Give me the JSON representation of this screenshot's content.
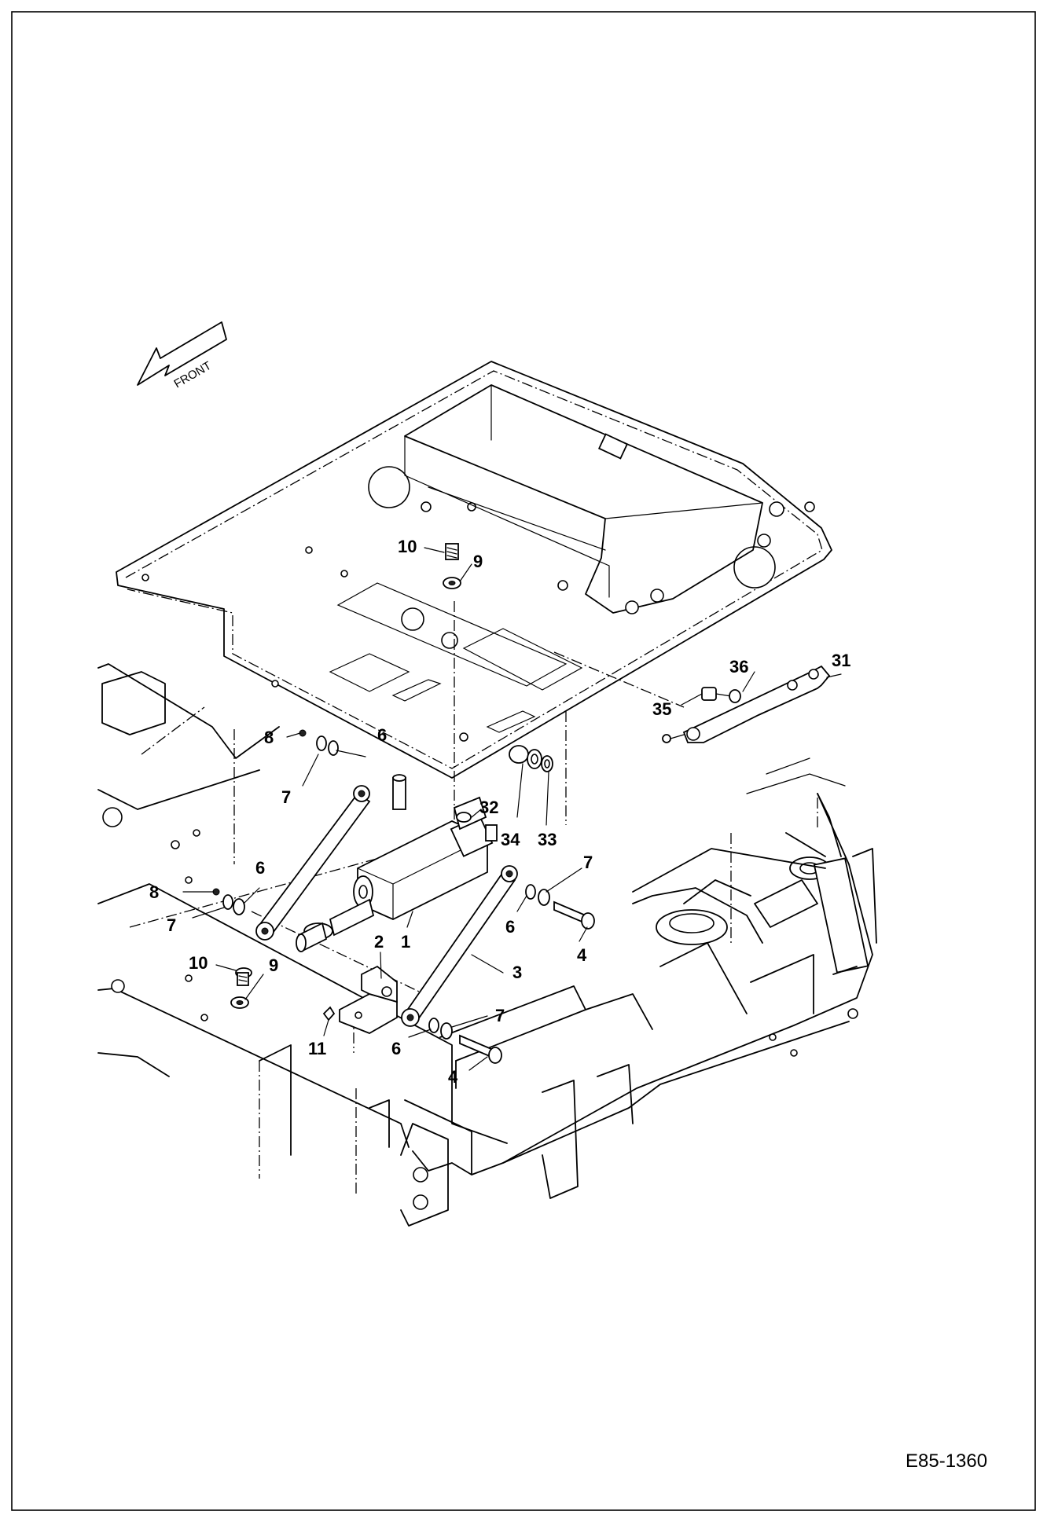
{
  "diagram": {
    "drawing_code": "E85-1360",
    "direction_label": "FRONT",
    "callouts": [
      {
        "id": "c10a",
        "label": "10"
      },
      {
        "id": "c9a",
        "label": "9"
      },
      {
        "id": "c36",
        "label": "36"
      },
      {
        "id": "c31",
        "label": "31"
      },
      {
        "id": "c35",
        "label": "35"
      },
      {
        "id": "c8a",
        "label": "8"
      },
      {
        "id": "c6a",
        "label": "6"
      },
      {
        "id": "c7a",
        "label": "7"
      },
      {
        "id": "c32",
        "label": "32"
      },
      {
        "id": "c34",
        "label": "34"
      },
      {
        "id": "c33",
        "label": "33"
      },
      {
        "id": "c6b",
        "label": "6"
      },
      {
        "id": "c8b",
        "label": "8"
      },
      {
        "id": "c7b",
        "label": "7"
      },
      {
        "id": "c7c",
        "label": "7"
      },
      {
        "id": "c6c",
        "label": "6"
      },
      {
        "id": "c4a",
        "label": "4"
      },
      {
        "id": "c2",
        "label": "2"
      },
      {
        "id": "c1",
        "label": "1"
      },
      {
        "id": "c3",
        "label": "3"
      },
      {
        "id": "c10b",
        "label": "10"
      },
      {
        "id": "c9b",
        "label": "9"
      },
      {
        "id": "c7d",
        "label": "7"
      },
      {
        "id": "c6d",
        "label": "6"
      },
      {
        "id": "c11",
        "label": "11"
      },
      {
        "id": "c4b",
        "label": "4"
      }
    ]
  }
}
